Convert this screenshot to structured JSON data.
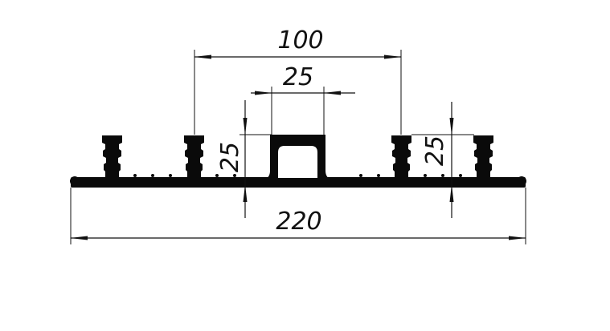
{
  "drawing": {
    "dimensions": {
      "rib_spacing": "100",
      "channel_width": "25",
      "left_height": "25",
      "right_height": "25",
      "overall_width": "220"
    },
    "colors": {
      "profile": "#0a0a0a",
      "lines": "#111111",
      "background": "#ffffff"
    }
  }
}
